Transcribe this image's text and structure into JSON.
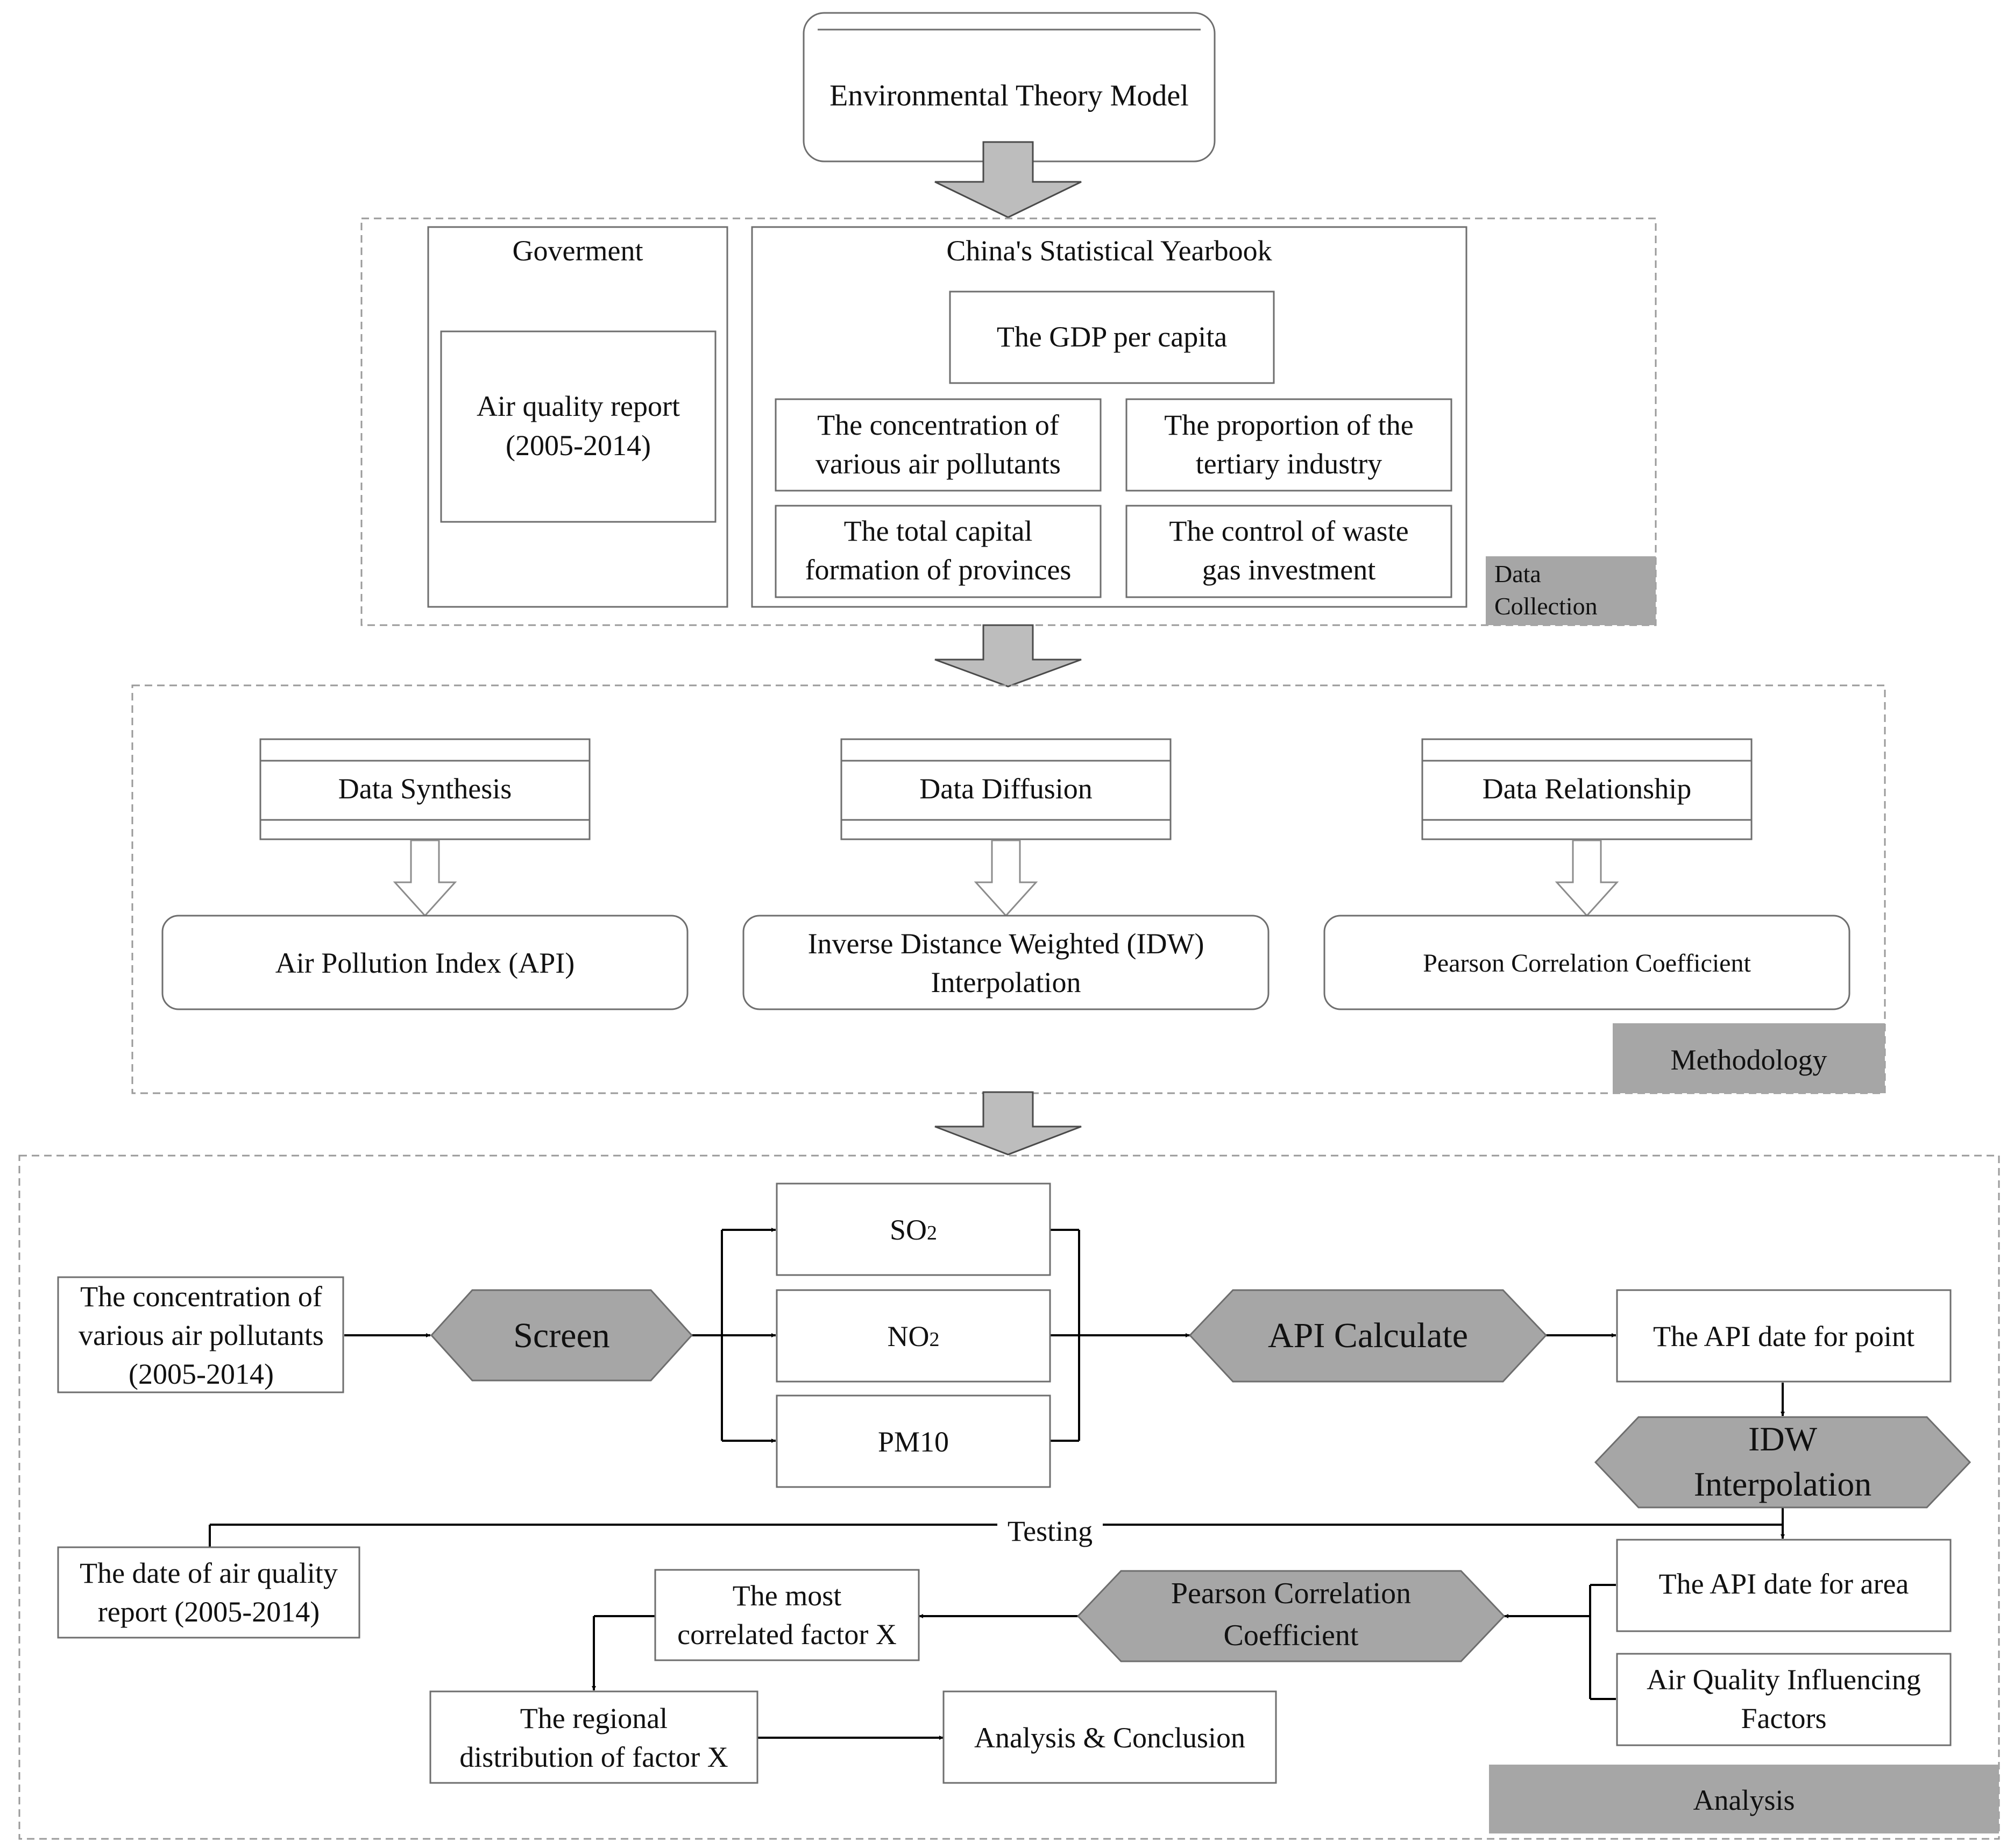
{
  "top": {
    "theory_model": "Environmental Theory Model"
  },
  "data_collection": {
    "tag": [
      "Data",
      "Collection"
    ],
    "government": {
      "title": "Goverment",
      "report": [
        "Air quality report",
        "(2005-2014)"
      ]
    },
    "yearbook": {
      "title": "China's Statistical Yearbook",
      "gdp": "The GDP per capita",
      "pollutants": [
        "The concentration of",
        "various air pollutants"
      ],
      "tertiary": [
        "The proportion of the",
        "tertiary industry"
      ],
      "capital": [
        "The total capital",
        "formation of provinces"
      ],
      "waste_gas": [
        "The control of waste",
        "gas investment"
      ]
    }
  },
  "methodology": {
    "tag": "Methodology",
    "synthesis": "Data Synthesis",
    "diffusion": "Data Diffusion",
    "relationship": "Data Relationship",
    "api": "Air Pollution Index (API)",
    "idw": [
      "Inverse Distance Weighted (IDW)",
      "Interpolation"
    ],
    "pearson": "Pearson Correlation Coefficient"
  },
  "analysis": {
    "tag": "Analysis",
    "concentration": [
      "The concentration of",
      "various air pollutants",
      "(2005-2014)"
    ],
    "screen": "Screen",
    "so2": {
      "base": "SO",
      "sub": "2"
    },
    "no2": {
      "base": "NO",
      "sub": "2"
    },
    "pm10": "PM10",
    "api_calculate": "API Calculate",
    "api_point": "The API date for point",
    "idw": [
      "IDW",
      "Interpolation"
    ],
    "testing": "Testing",
    "report_date": [
      "The date of air quality",
      "report (2005-2014)"
    ],
    "api_area": "The API date for area",
    "influencing": [
      "Air Quality Influencing",
      "Factors"
    ],
    "pearson": [
      "Pearson Correlation",
      "Coefficient"
    ],
    "most_correlated": [
      "The most",
      "correlated factor X"
    ],
    "regional": [
      "The regional",
      "distribution of factor X"
    ],
    "conclusion": "Analysis & Conclusion"
  }
}
